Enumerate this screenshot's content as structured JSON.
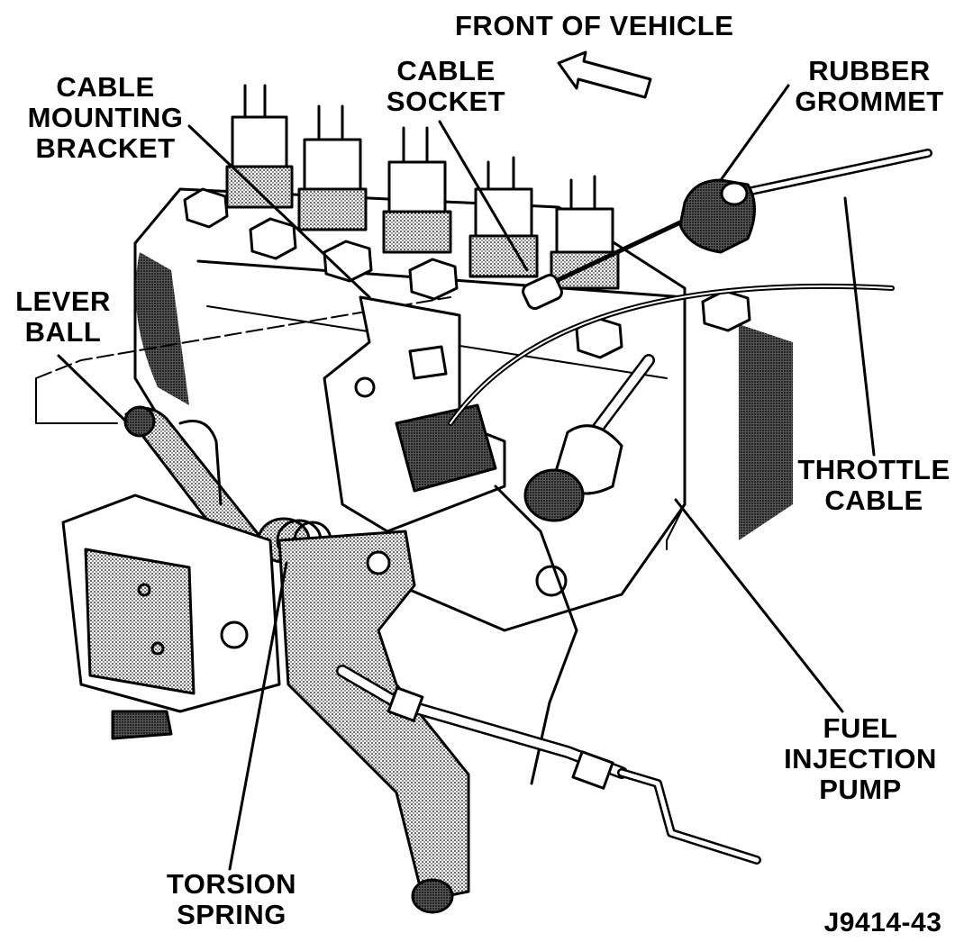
{
  "labels": {
    "front_of_vehicle": "FRONT OF VEHICLE",
    "cable_mounting_bracket": [
      "CABLE",
      "MOUNTING",
      "BRACKET"
    ],
    "cable_socket": [
      "CABLE",
      "SOCKET"
    ],
    "rubber_grommet": [
      "RUBBER",
      "GROMMET"
    ],
    "lever_ball": [
      "LEVER",
      "BALL"
    ],
    "throttle_cable": [
      "THROTTLE",
      "CABLE"
    ],
    "fuel_injection_pump": [
      "FUEL",
      "INJECTION",
      "PUMP"
    ],
    "torsion_spring": [
      "TORSION",
      "SPRING"
    ],
    "figure_id": "J9414-43"
  },
  "colors": {
    "ink": "#000000",
    "paper": "#ffffff",
    "shade": "#8a8a8a"
  }
}
